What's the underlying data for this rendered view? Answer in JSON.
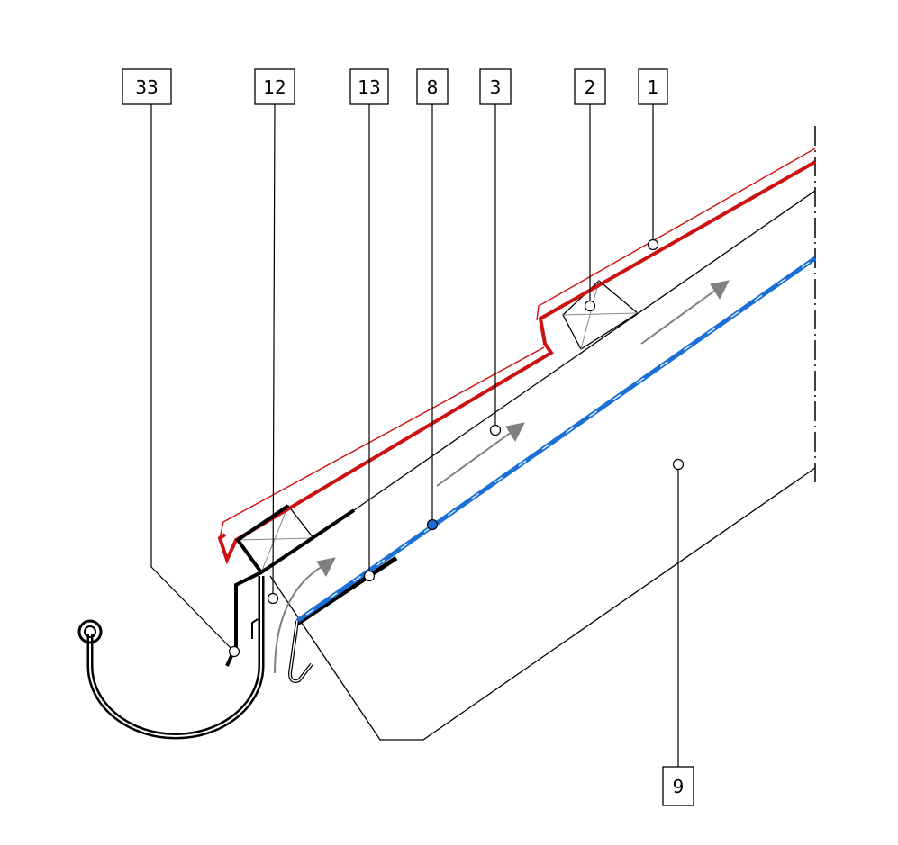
{
  "labels": {
    "l33": "33",
    "l12": "12",
    "l13": "13",
    "l8": "8",
    "l3": "3",
    "l2": "2",
    "l1": "1",
    "l9": "9"
  },
  "colors": {
    "tile_red": "#cc1111",
    "membrane_blue": "#1a6fd6",
    "arrow_gray": "#808080"
  }
}
